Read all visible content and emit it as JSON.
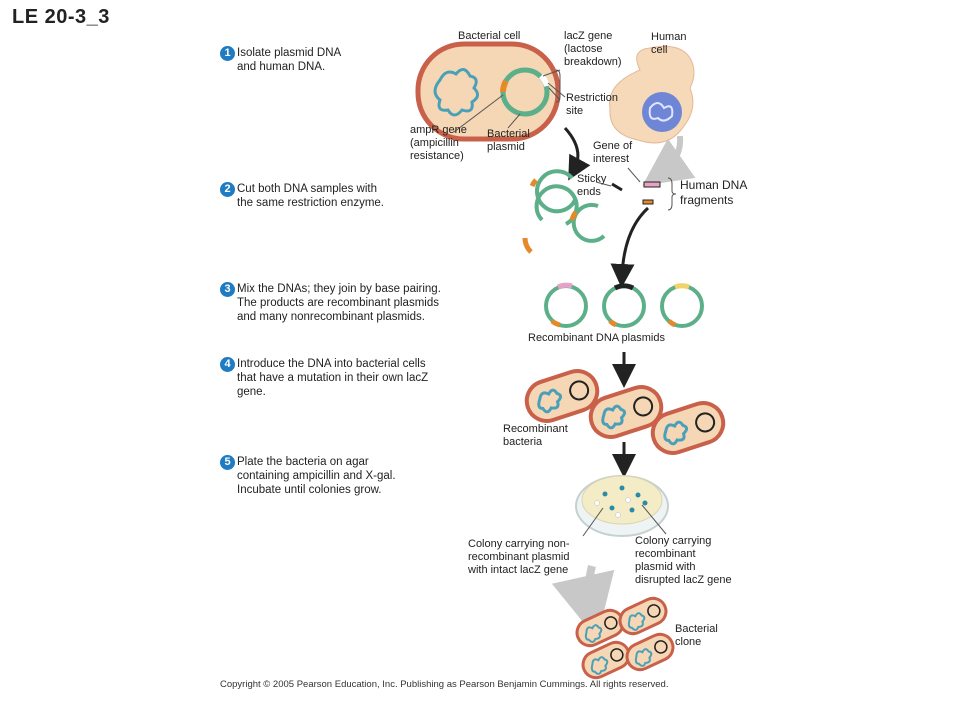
{
  "title": "LE 20-3_3",
  "steps": [
    {
      "number": "1",
      "text": "Isolate plasmid DNA\nand human DNA."
    },
    {
      "number": "2",
      "text": "Cut both DNA samples with\nthe same restriction enzyme."
    },
    {
      "number": "3",
      "text": "Mix the DNAs; they join by base pairing.\nThe products are recombinant plasmids\nand many nonrecombinant plasmids."
    },
    {
      "number": "4",
      "text": "Introduce the DNA into bacterial cells\nthat have a mutation in their own lacZ\ngene."
    },
    {
      "number": "5",
      "text": "Plate the bacteria on agar\ncontaining ampicillin and X-gal.\nIncubate until colonies grow."
    }
  ],
  "labels": {
    "bacterial_cell": "Bacterial cell",
    "lacz_gene": "lacZ gene\n(lactose\nbreakdown)",
    "human_cell": "Human\ncell",
    "restriction_site": "Restriction\nsite",
    "ampr_gene": "ampR gene\n(ampicillin\nresistance)",
    "bacterial_plasmid": "Bacterial\nplasmid",
    "gene_of_interest": "Gene of\ninterest",
    "sticky_ends": "Sticky\nends",
    "human_dna_fragments": "Human DNA\nfragments",
    "recombinant_dna_plasmids": "Recombinant DNA plasmids",
    "recombinant_bacteria": "Recombinant\nbacteria",
    "colony_nonrecombinant": "Colony carrying non-\nrecombinant plasmid\nwith intact lacZ gene",
    "colony_recombinant": "Colony carrying\nrecombinant\nplasmid with\ndisrupted lacZ gene",
    "bacterial_clone": "Bacterial\nclone"
  },
  "copyright": "Copyright © 2005 Pearson Education, Inc. Publishing as Pearson Benjamin Cummings. All rights reserved.",
  "colors": {
    "step_badge": "#1f7bc2",
    "cell_outline": "#c9604a",
    "cell_fill": "#f6d7b5",
    "plasmid": "#5daf8a",
    "amp_segment": "#e58a2a",
    "dna_blue": "#4aa0b8",
    "human_cell": "#f6d9b8",
    "nucleus": "#6f86d6",
    "pink_fragment": "#e7a3c6",
    "arrow": "#222222"
  }
}
